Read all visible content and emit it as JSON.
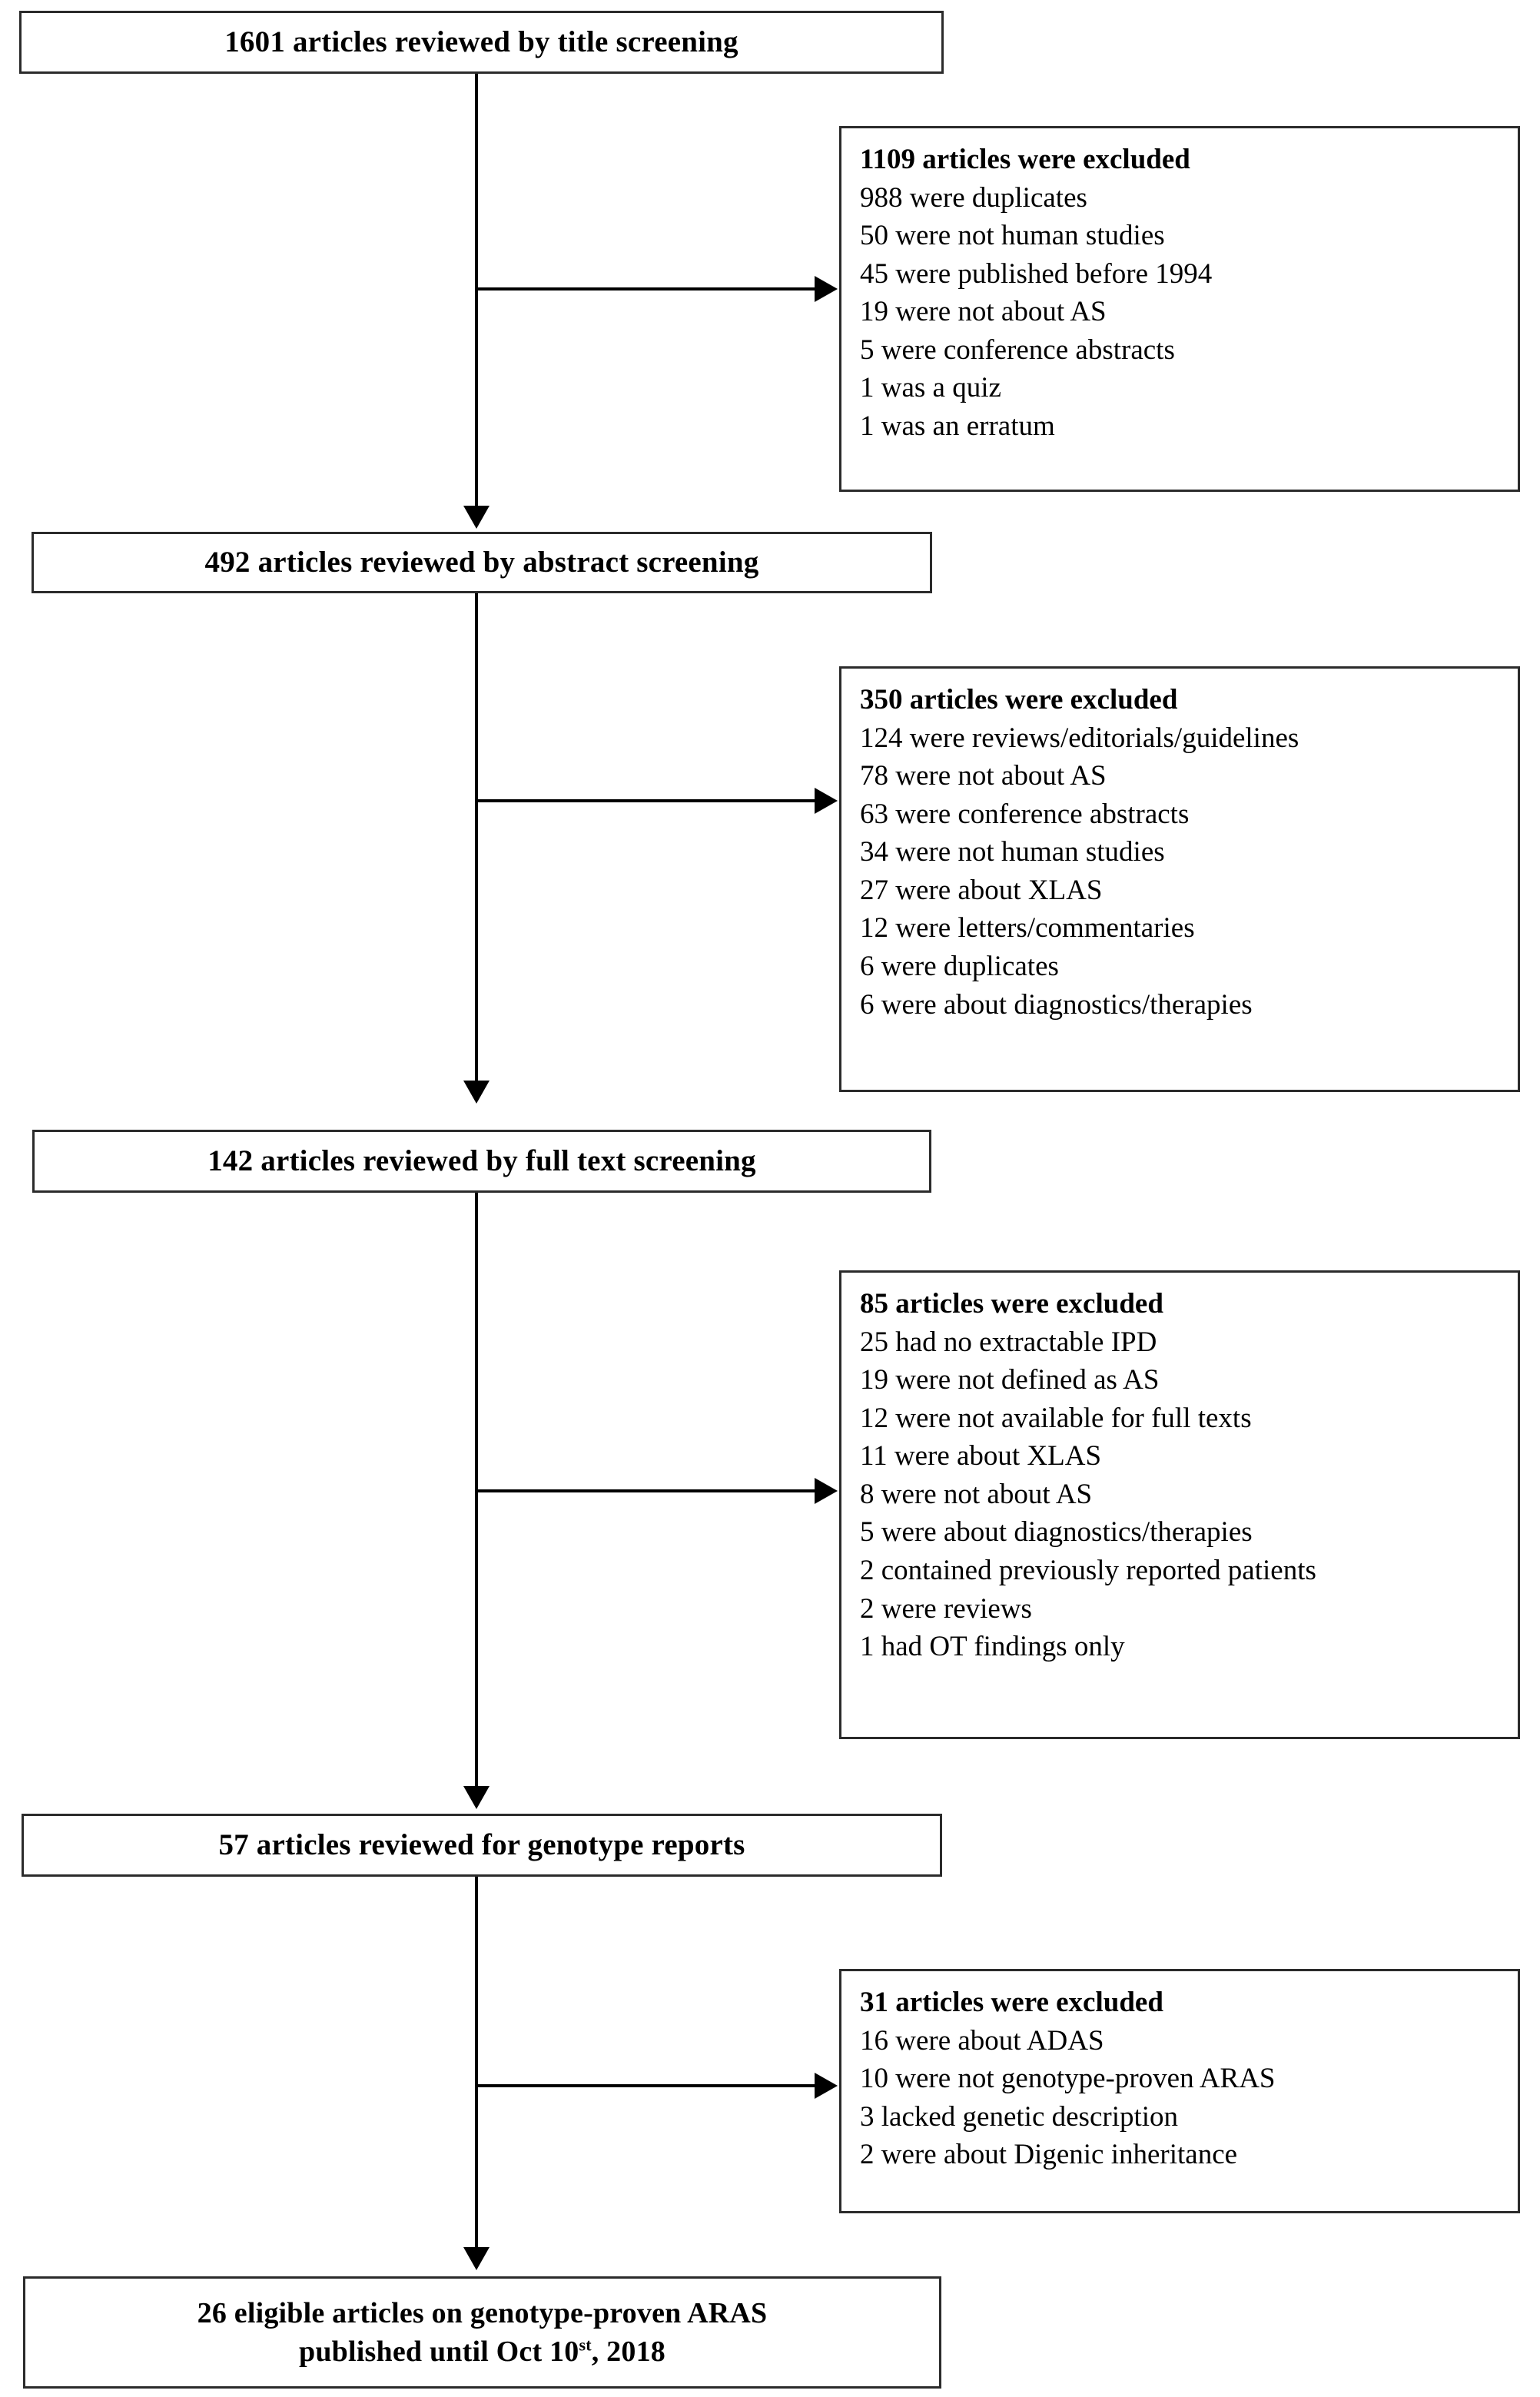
{
  "diagram": {
    "type": "prisma-flow-diagram",
    "stages": [
      {
        "id": "title-screening",
        "title": "1601 articles reviewed by title screening",
        "count": 1601
      },
      {
        "id": "abstract-screening",
        "title": "492 articles reviewed by abstract screening",
        "count": 492
      },
      {
        "id": "full-text-screening",
        "title": "142 articles reviewed by full text screening",
        "count": 142
      },
      {
        "id": "genotype-report-review",
        "title": "57 articles reviewed for genotype reports",
        "count": 57
      }
    ],
    "final": {
      "id": "eligible-articles",
      "line1": "26 eligible articles on genotype-proven ARAS",
      "line2_prefix": "published until Oct 10",
      "line2_sup": "st",
      "line2_suffix": ", 2018",
      "count": 26
    },
    "exclusions": [
      {
        "id": "exclusion-after-title-screening",
        "heading": "1109 articles were excluded",
        "total": 1109,
        "reasons": [
          "988 were duplicates",
          "50 were not human studies",
          "45 were published before 1994",
          "19 were not about AS",
          "5 were conference abstracts",
          "1 was a quiz",
          "1 was an erratum"
        ]
      },
      {
        "id": "exclusion-after-abstract-screening",
        "heading": "350 articles were excluded",
        "total": 350,
        "reasons": [
          "124 were reviews/editorials/guidelines",
          "78 were not about AS",
          "63 were conference abstracts",
          "34 were not human studies",
          "27 were about XLAS",
          "12 were letters/commentaries",
          "6 were duplicates",
          "6 were about diagnostics/therapies"
        ]
      },
      {
        "id": "exclusion-after-full-text-screening",
        "heading": "85 articles were excluded",
        "total": 85,
        "reasons": [
          "25 had no extractable IPD",
          "19 were not defined as AS",
          "12 were not available for full texts",
          "11 were about XLAS",
          "8 were not about AS",
          "5 were about diagnostics/therapies",
          "2 contained previously reported patients",
          "2 were reviews",
          "1 had OT findings only"
        ]
      },
      {
        "id": "exclusion-after-genotype-review",
        "heading": "31 articles were excluded",
        "total": 31,
        "reasons": [
          "16 were about ADAS",
          "10 were not genotype-proven ARAS",
          "3 lacked genetic description",
          "2 were about Digenic inheritance"
        ]
      }
    ],
    "colors": {
      "border": "#2b2b2b",
      "text": "#000000",
      "background": "#ffffff",
      "connector": "#000000"
    }
  }
}
